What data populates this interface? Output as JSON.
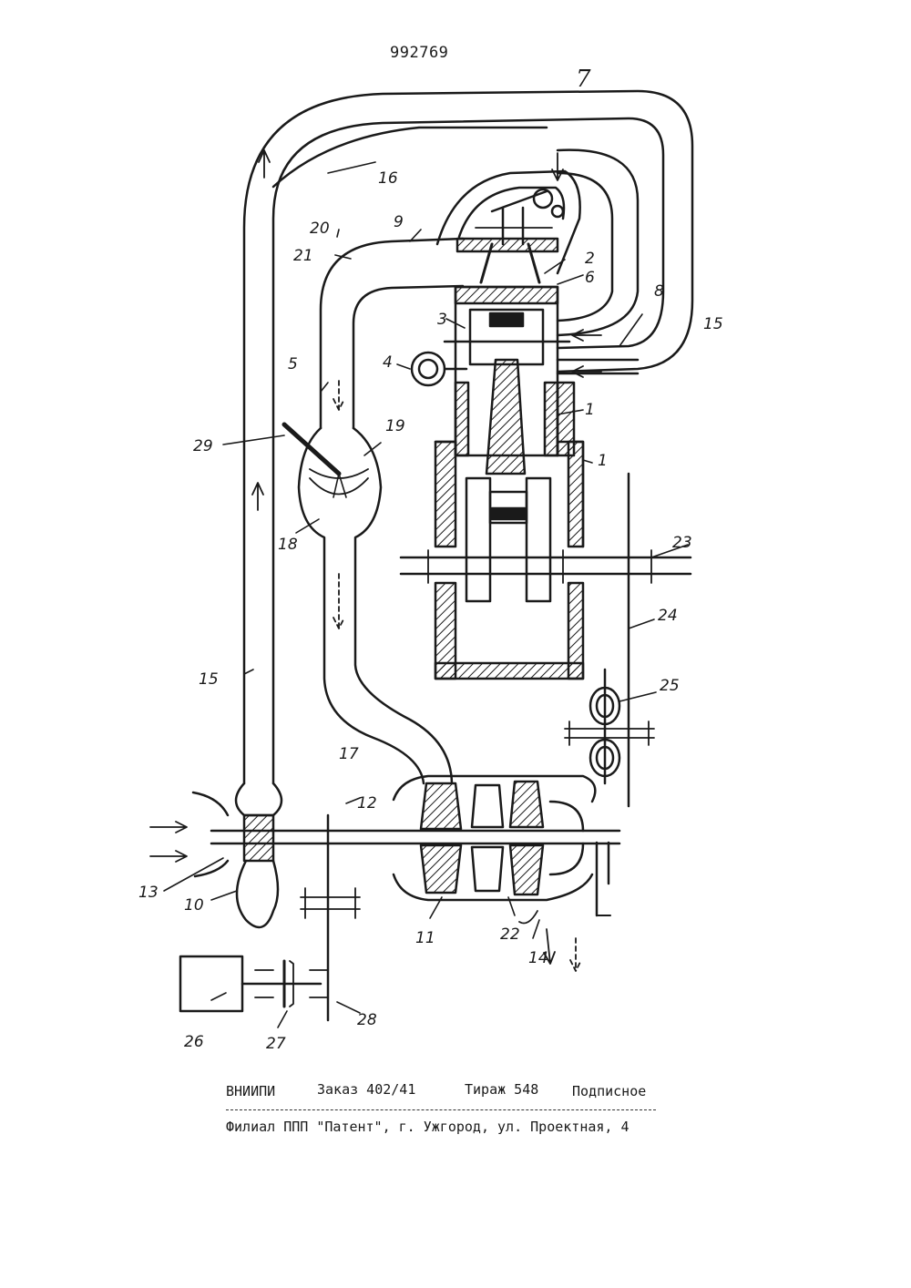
{
  "header": {
    "patent_number": "992769",
    "page_number": "7"
  },
  "labels": {
    "l1a": "1",
    "l1b": "1",
    "l2": "2",
    "l3": "3",
    "l4": "4",
    "l5": "5",
    "l6": "6",
    "l8": "8",
    "l9": "9",
    "l10": "10",
    "l11": "11",
    "l12": "12",
    "l13": "13",
    "l14": "14",
    "l15a": "15",
    "l15b": "15",
    "l16": "16",
    "l17": "17",
    "l18": "18",
    "l19": "19",
    "l20": "20",
    "l21": "21",
    "l22": "22",
    "l23": "23",
    "l24": "24",
    "l25": "25",
    "l26": "26",
    "l27": "27",
    "l28": "28",
    "l29": "29"
  },
  "imprint": {
    "org": "ВНИИПИ",
    "order": "Заказ 402/41",
    "edition": "Тираж 548",
    "type": "Подписное",
    "branch": "Филиал ППП \"Патент\", г. Ужгород, ул. Проектная, 4"
  }
}
